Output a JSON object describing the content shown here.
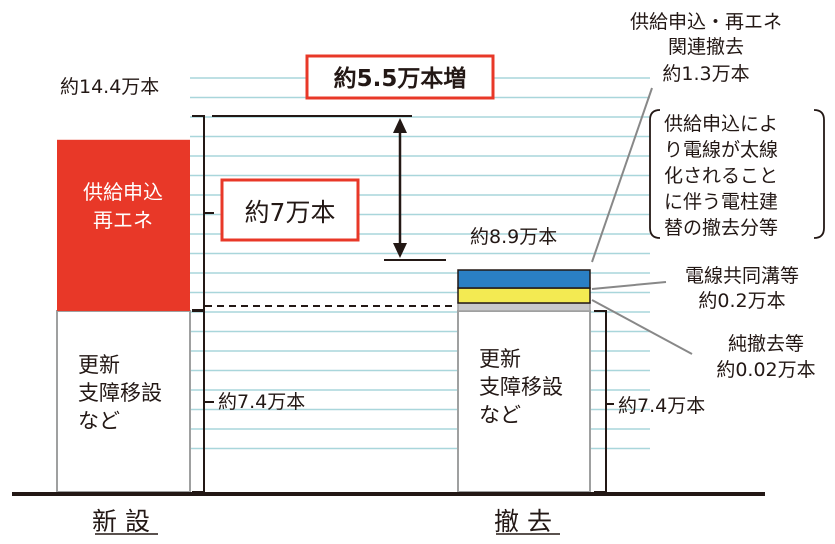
{
  "chart_data": {
    "type": "bar",
    "unit": "万本",
    "categories": [
      "新設",
      "撤去"
    ],
    "new_installation": {
      "label": "新設",
      "total": 14.4,
      "total_label": "約14.4万本",
      "segments": [
        {
          "name": "更新 支障移設 など",
          "lines": [
            "更新",
            "支障移設",
            "など"
          ],
          "value": 7.4,
          "color": "#ffffff"
        },
        {
          "name": "供給申込 再エネ",
          "lines": [
            "供給申込",
            "再エネ"
          ],
          "value": 7.0,
          "color": "#e83828"
        }
      ],
      "brace_labels": [
        "約7.4万本",
        "約7万本"
      ]
    },
    "removal": {
      "label": "撤去",
      "total": 8.9,
      "total_label": "約8.9万本",
      "segments": [
        {
          "name": "更新 支障移設 など",
          "lines": [
            "更新",
            "支障移設",
            "など"
          ],
          "value": 7.4,
          "color": "#ffffff"
        },
        {
          "name": "純撤去等",
          "value": 0.02,
          "color": "#c9c9ca"
        },
        {
          "name": "電線共同溝等",
          "value": 0.2,
          "color": "#f3ea52"
        },
        {
          "name": "供給申込・再エネ関連撤去",
          "value": 1.3,
          "color": "#2a7fc4"
        }
      ],
      "brace_label": "約7.4万本"
    },
    "difference_label": "約5.5万本増",
    "callouts": {
      "supply_related": [
        "供給申込・再エネ",
        "関連撤去",
        "約1.3万本"
      ],
      "supply_note": [
        "供給申込によ",
        "り電線が太線",
        "化されること",
        "に伴う電柱建",
        "替の撤去分等"
      ],
      "underground": [
        "電線共同溝等",
        "約0.2万本"
      ],
      "pure_removal": [
        "純撤去等",
        "約0.02万本"
      ]
    },
    "colors": {
      "red": "#e83828",
      "blue": "#2a7fc4",
      "yellow": "#f3ea52",
      "gray": "#c9c9ca",
      "gridline": "#a9d6db",
      "highlight_border": "#e83828"
    },
    "grid": true
  }
}
